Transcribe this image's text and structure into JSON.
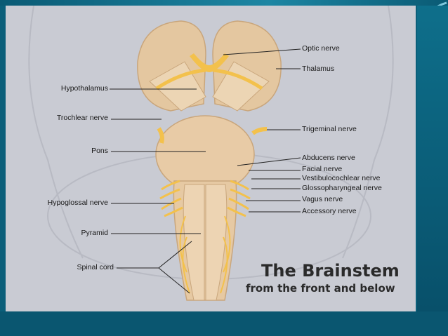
{
  "title": {
    "main": "The Brainstem",
    "sub": "from the front and below"
  },
  "labels": {
    "optic_nerve": "Optic nerve",
    "thalamus": "Thalamus",
    "hypothalamus": "Hypothalamus",
    "trochlear_nerve": "Trochlear nerve",
    "trigeminal_nerve": "Trigeminal nerve",
    "pons": "Pons",
    "abducens_nerve": "Abducens nerve",
    "facial_nerve": "Facial nerve",
    "vestibulocochlear_nerve": "Vestibulocochlear nerve",
    "glossopharyngeal_nerve": "Glossopharyngeal nerve",
    "hypoglossal_nerve": "Hypoglossal nerve",
    "vagus_nerve": "Vagus nerve",
    "accessory_nerve": "Accessory nerve",
    "pyramid": "Pyramid",
    "spinal_cord": "Spinal cord"
  },
  "colors": {
    "panel": "#c9cbd3",
    "tissue": "#e6c9a3",
    "tissue_dark": "#c9a67c",
    "nerve": "#f3c14c",
    "frame": "#0b5f7a"
  }
}
